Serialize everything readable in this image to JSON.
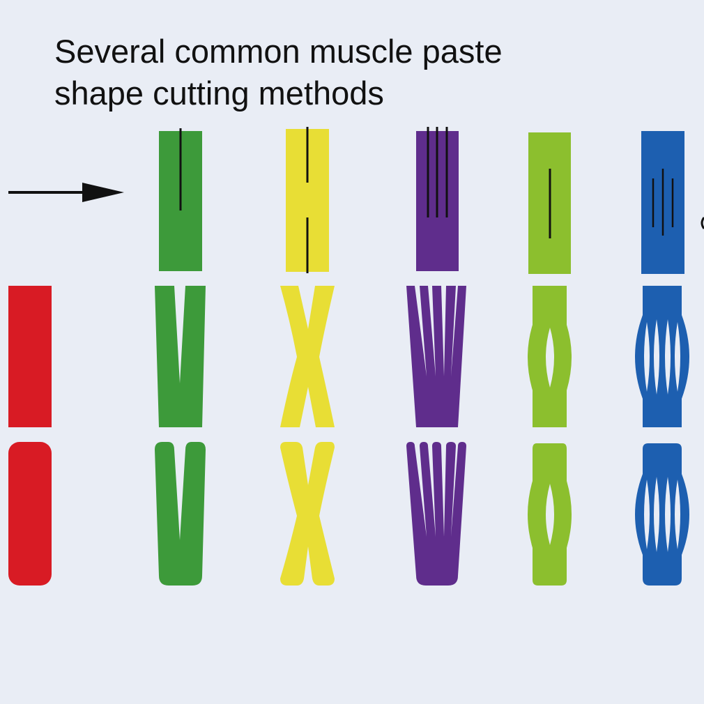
{
  "title_line_1": "Several common muscle paste",
  "title_line_2": "shape cutting methods",
  "colors": {
    "background": "#e9edf5",
    "red": "#d81b24",
    "green": "#3d9a3a",
    "yellow": "#e8de35",
    "purple": "#5f2d8c",
    "lime": "#8cbf2e",
    "blue": "#1d5fb0",
    "cut_line": "#111111",
    "arrow": "#111111"
  },
  "columns": [
    {
      "name": "i-strip",
      "color_key": "red",
      "rows": [
        "cut-shape",
        "rounded-shape"
      ]
    },
    {
      "name": "y-strip",
      "color_key": "green",
      "rows": [
        "cut-pattern",
        "cut-shape",
        "rounded-shape"
      ]
    },
    {
      "name": "x-strip",
      "color_key": "yellow",
      "rows": [
        "cut-pattern",
        "cut-shape",
        "rounded-shape"
      ]
    },
    {
      "name": "fan-strip",
      "color_key": "purple",
      "rows": [
        "cut-pattern",
        "cut-shape",
        "rounded-shape"
      ]
    },
    {
      "name": "donut-strip",
      "color_key": "lime",
      "rows": [
        "cut-pattern",
        "cut-shape",
        "rounded-shape"
      ]
    },
    {
      "name": "web-strip",
      "color_key": "blue",
      "rows": [
        "cut-pattern",
        "cut-shape",
        "rounded-shape"
      ]
    }
  ]
}
